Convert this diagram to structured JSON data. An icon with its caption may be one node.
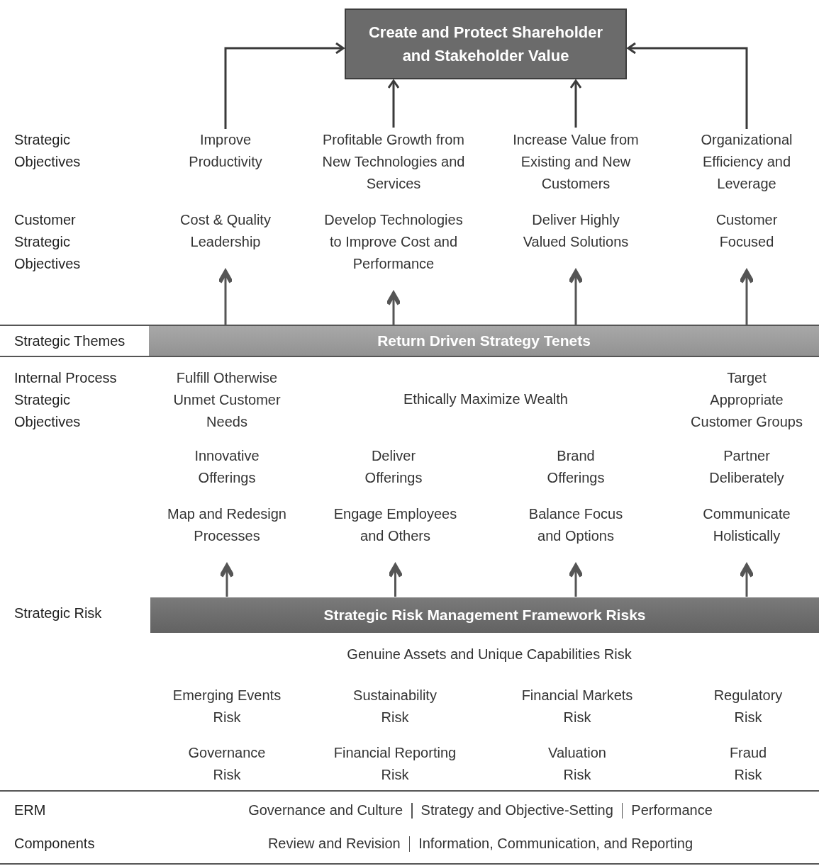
{
  "diagram": {
    "nodes": [
      {
        "text": [
          "Create and Protect Shareholder and Stakeholder Value"
        ]
      },
      {
        "text": [
          "Improve Productivity"
        ]
      },
      {
        "text": [
          "Profitable Growth from New Technologies and Services"
        ]
      },
      {
        "text": [
          "Increase Value from Existing and New Customers"
        ]
      },
      {
        "text": [
          "Organizational Efficiency and Leverage"
        ]
      },
      {
        "text": [
          "Cost & Quality Leadership"
        ]
      },
      {
        "text": [
          "Develop Technologies to Improve Cost and Performance"
        ]
      },
      {
        "text": [
          "Deliver Highly Valued Solutions"
        ]
      },
      {
        "text": [
          "Customer Focused"
        ]
      },
      {
        "text": [
          "Return Driven Strategy Tenets"
        ]
      },
      {
        "text": [
          "Map and Redesign Processes"
        ]
      },
      {
        "text": [
          "Engage Employees and Others"
        ]
      },
      {
        "text": [
          "Balance Focus and Options"
        ]
      },
      {
        "text": [
          "Communicate Holistically"
        ]
      },
      {
        "text": [
          "Strategic Risk Management Framework Risks"
        ]
      }
    ],
    "edges": [
      {
        "from": 1,
        "to": 0,
        "arrow": "to"
      },
      {
        "from": 2,
        "to": 0,
        "arrow": "to"
      },
      {
        "from": 3,
        "to": 0,
        "arrow": "to"
      },
      {
        "from": 4,
        "to": 0,
        "arrow": "to"
      },
      {
        "from": 9,
        "to": 5,
        "arrow": "to"
      },
      {
        "from": 9,
        "to": 6,
        "arrow": "to"
      },
      {
        "from": 9,
        "to": 7,
        "arrow": "to"
      },
      {
        "from": 9,
        "to": 8,
        "arrow": "to"
      },
      {
        "from": 14,
        "to": 10,
        "arrow": "to"
      },
      {
        "from": 14,
        "to": 11,
        "arrow": "to"
      },
      {
        "from": 14,
        "to": 12,
        "arrow": "to"
      },
      {
        "from": 14,
        "to": 13,
        "arrow": "to"
      }
    ],
    "labels": [
      "Strategic Objectives",
      "Customer Strategic Objectives",
      "Strategic Themes",
      "Internal Process Strategic Objectives",
      "Fulfill Otherwise Unmet Customer Needs",
      "Ethically Maximize Wealth",
      "Target Appropriate Customer Groups",
      "Innovative Offerings",
      "Deliver Offerings",
      "Brand Offerings",
      "Partner Deliberately",
      "Strategic Risk",
      "Genuine Assets and Unique Capabilities Risk",
      "Emerging Events Risk",
      "Sustainability Risk",
      "Financial Markets Risk",
      "Regulatory Risk",
      "Governance Risk",
      "Financial Reporting Risk",
      "Valuation Risk",
      "Fraud Risk",
      "ERM",
      "Governance and Culture",
      "Strategy and Objective-Setting",
      "Performance",
      "Components",
      "Review and Revision",
      "Information, Communication, and Reporting"
    ]
  }
}
